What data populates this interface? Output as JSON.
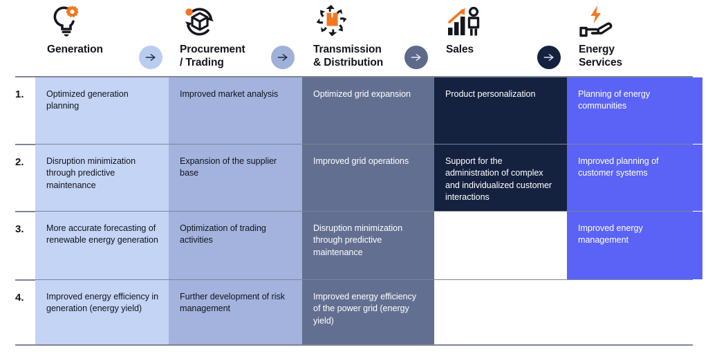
{
  "header": {
    "columns": [
      {
        "id": "generation",
        "label": "Generation",
        "icon": "lightbulb-gear-icon",
        "chip": "#c4d4f5",
        "arrow_after": true,
        "arrow_color": "#b9cdf0",
        "arrow_stroke": "#1d2a45"
      },
      {
        "id": "procurement",
        "label": "Procurement\n/ Trading",
        "icon": "package-cycle-icon",
        "chip": "#a3b3dd",
        "arrow_after": true,
        "arrow_color": "#9fb0d9",
        "arrow_stroke": "#1d2a45"
      },
      {
        "id": "transmission",
        "label": "Transmission\n& Distribution",
        "icon": "grid-distribution-icon",
        "chip": "#626f90",
        "arrow_after": true,
        "arrow_color": "#5d6a8c",
        "arrow_stroke": "#e8ecf6"
      },
      {
        "id": "sales",
        "label": "Sales",
        "icon": "growth-person-icon",
        "chip": "#14213f",
        "arrow_after": true,
        "arrow_color": "#14213f",
        "arrow_stroke": "#dfe5f2"
      },
      {
        "id": "energy_services",
        "label": "Energy\nServices",
        "icon": "hand-bolt-icon",
        "chip": "#5a63f5",
        "arrow_after": false,
        "arrow_color": "",
        "arrow_stroke": ""
      }
    ]
  },
  "table": {
    "row_numbers": [
      "1.",
      "2.",
      "3.",
      "4."
    ],
    "column_colors": [
      "#c4d4f5",
      "#a3b3dd",
      "#626f90",
      "#14213f",
      "#5a63f5"
    ],
    "column_text_colors": [
      "#12141c",
      "#12141c",
      "#ffffff",
      "#ffffff",
      "#ffffff"
    ],
    "rows": [
      [
        "Optimized generation planning",
        "Improved market analysis",
        "Optimized grid expansion",
        "Product personalization",
        "Planning of energy communities"
      ],
      [
        "Disruption minimization through predictive maintenance",
        "Expansion of the supplier base",
        "Improved grid operations",
        "Support for the administration of complex and individualized customer interactions",
        "Improved planning of customer systems"
      ],
      [
        "More accurate forecasting of renewable energy generation",
        "Optimization of trading activities",
        "Disruption minimization through predictive maintenance",
        "",
        "Improved energy management"
      ],
      [
        "Improved energy efficiency in generation (energy yield)",
        "Further development of risk management",
        "Improved energy efficiency of the power grid (energy yield)",
        "",
        ""
      ]
    ]
  },
  "palette": {
    "accent_orange": "#f47621",
    "icon_dark": "#15171e",
    "rule_gray": "#7d8494"
  }
}
